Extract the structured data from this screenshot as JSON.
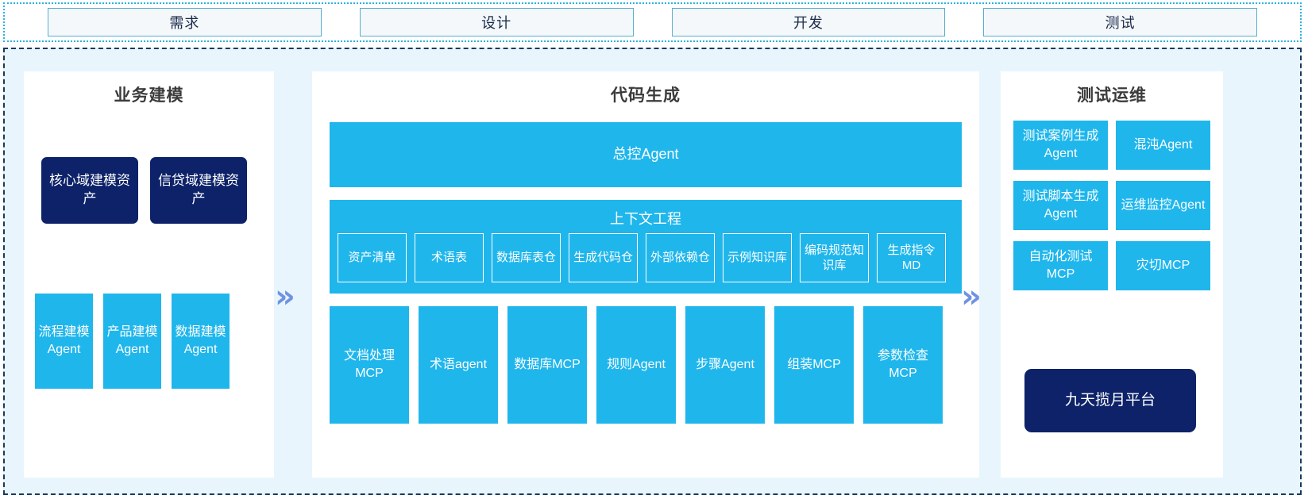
{
  "stages": {
    "items": [
      {
        "label": "需求"
      },
      {
        "label": "设计"
      },
      {
        "label": "开发"
      },
      {
        "label": "测试"
      }
    ]
  },
  "arrows": {
    "glyph": "»",
    "name": "double-chevron-right-icon",
    "color": "#6f93e2"
  },
  "colors": {
    "navy": "#0d2269",
    "cyan": "#1fb6ec",
    "panel_bg": "#ffffff",
    "area_bg": "#e9f5fd",
    "stage_border": "#58aecd",
    "title_text": "#3b3b3b"
  },
  "panels": {
    "left": {
      "title": "业务建模",
      "assets": [
        {
          "label": "核心域建模资产"
        },
        {
          "label": "信贷域建模资产"
        }
      ],
      "agents": [
        {
          "label": "流程建模Agent"
        },
        {
          "label": "产品建模Agent"
        },
        {
          "label": "数据建模Agent"
        }
      ]
    },
    "center": {
      "title": "代码生成",
      "master_agent": "总控Agent",
      "context": {
        "title": "上下文工程",
        "items": [
          {
            "label": "资产清单"
          },
          {
            "label": "术语表"
          },
          {
            "label": "数据库表仓"
          },
          {
            "label": "生成代码仓"
          },
          {
            "label": "外部依赖仓"
          },
          {
            "label": "示例知识库"
          },
          {
            "label": "编码规范知识库"
          },
          {
            "label": "生成指令MD"
          }
        ]
      },
      "tools": [
        {
          "label": "文档处理MCP"
        },
        {
          "label": "术语agent"
        },
        {
          "label": "数据库MCP"
        },
        {
          "label": "规则Agent"
        },
        {
          "label": "步骤Agent"
        },
        {
          "label": "组装MCP"
        },
        {
          "label": "参数检查MCP"
        }
      ]
    },
    "right": {
      "title": "测试运维",
      "items": [
        {
          "label": "测试案例生成Agent"
        },
        {
          "label": "混沌Agent"
        },
        {
          "label": "测试脚本生成Agent"
        },
        {
          "label": "运维监控Agent"
        },
        {
          "label": "自动化测试MCP"
        },
        {
          "label": "灾切MCP"
        }
      ],
      "platform": "九天揽月平台"
    }
  }
}
